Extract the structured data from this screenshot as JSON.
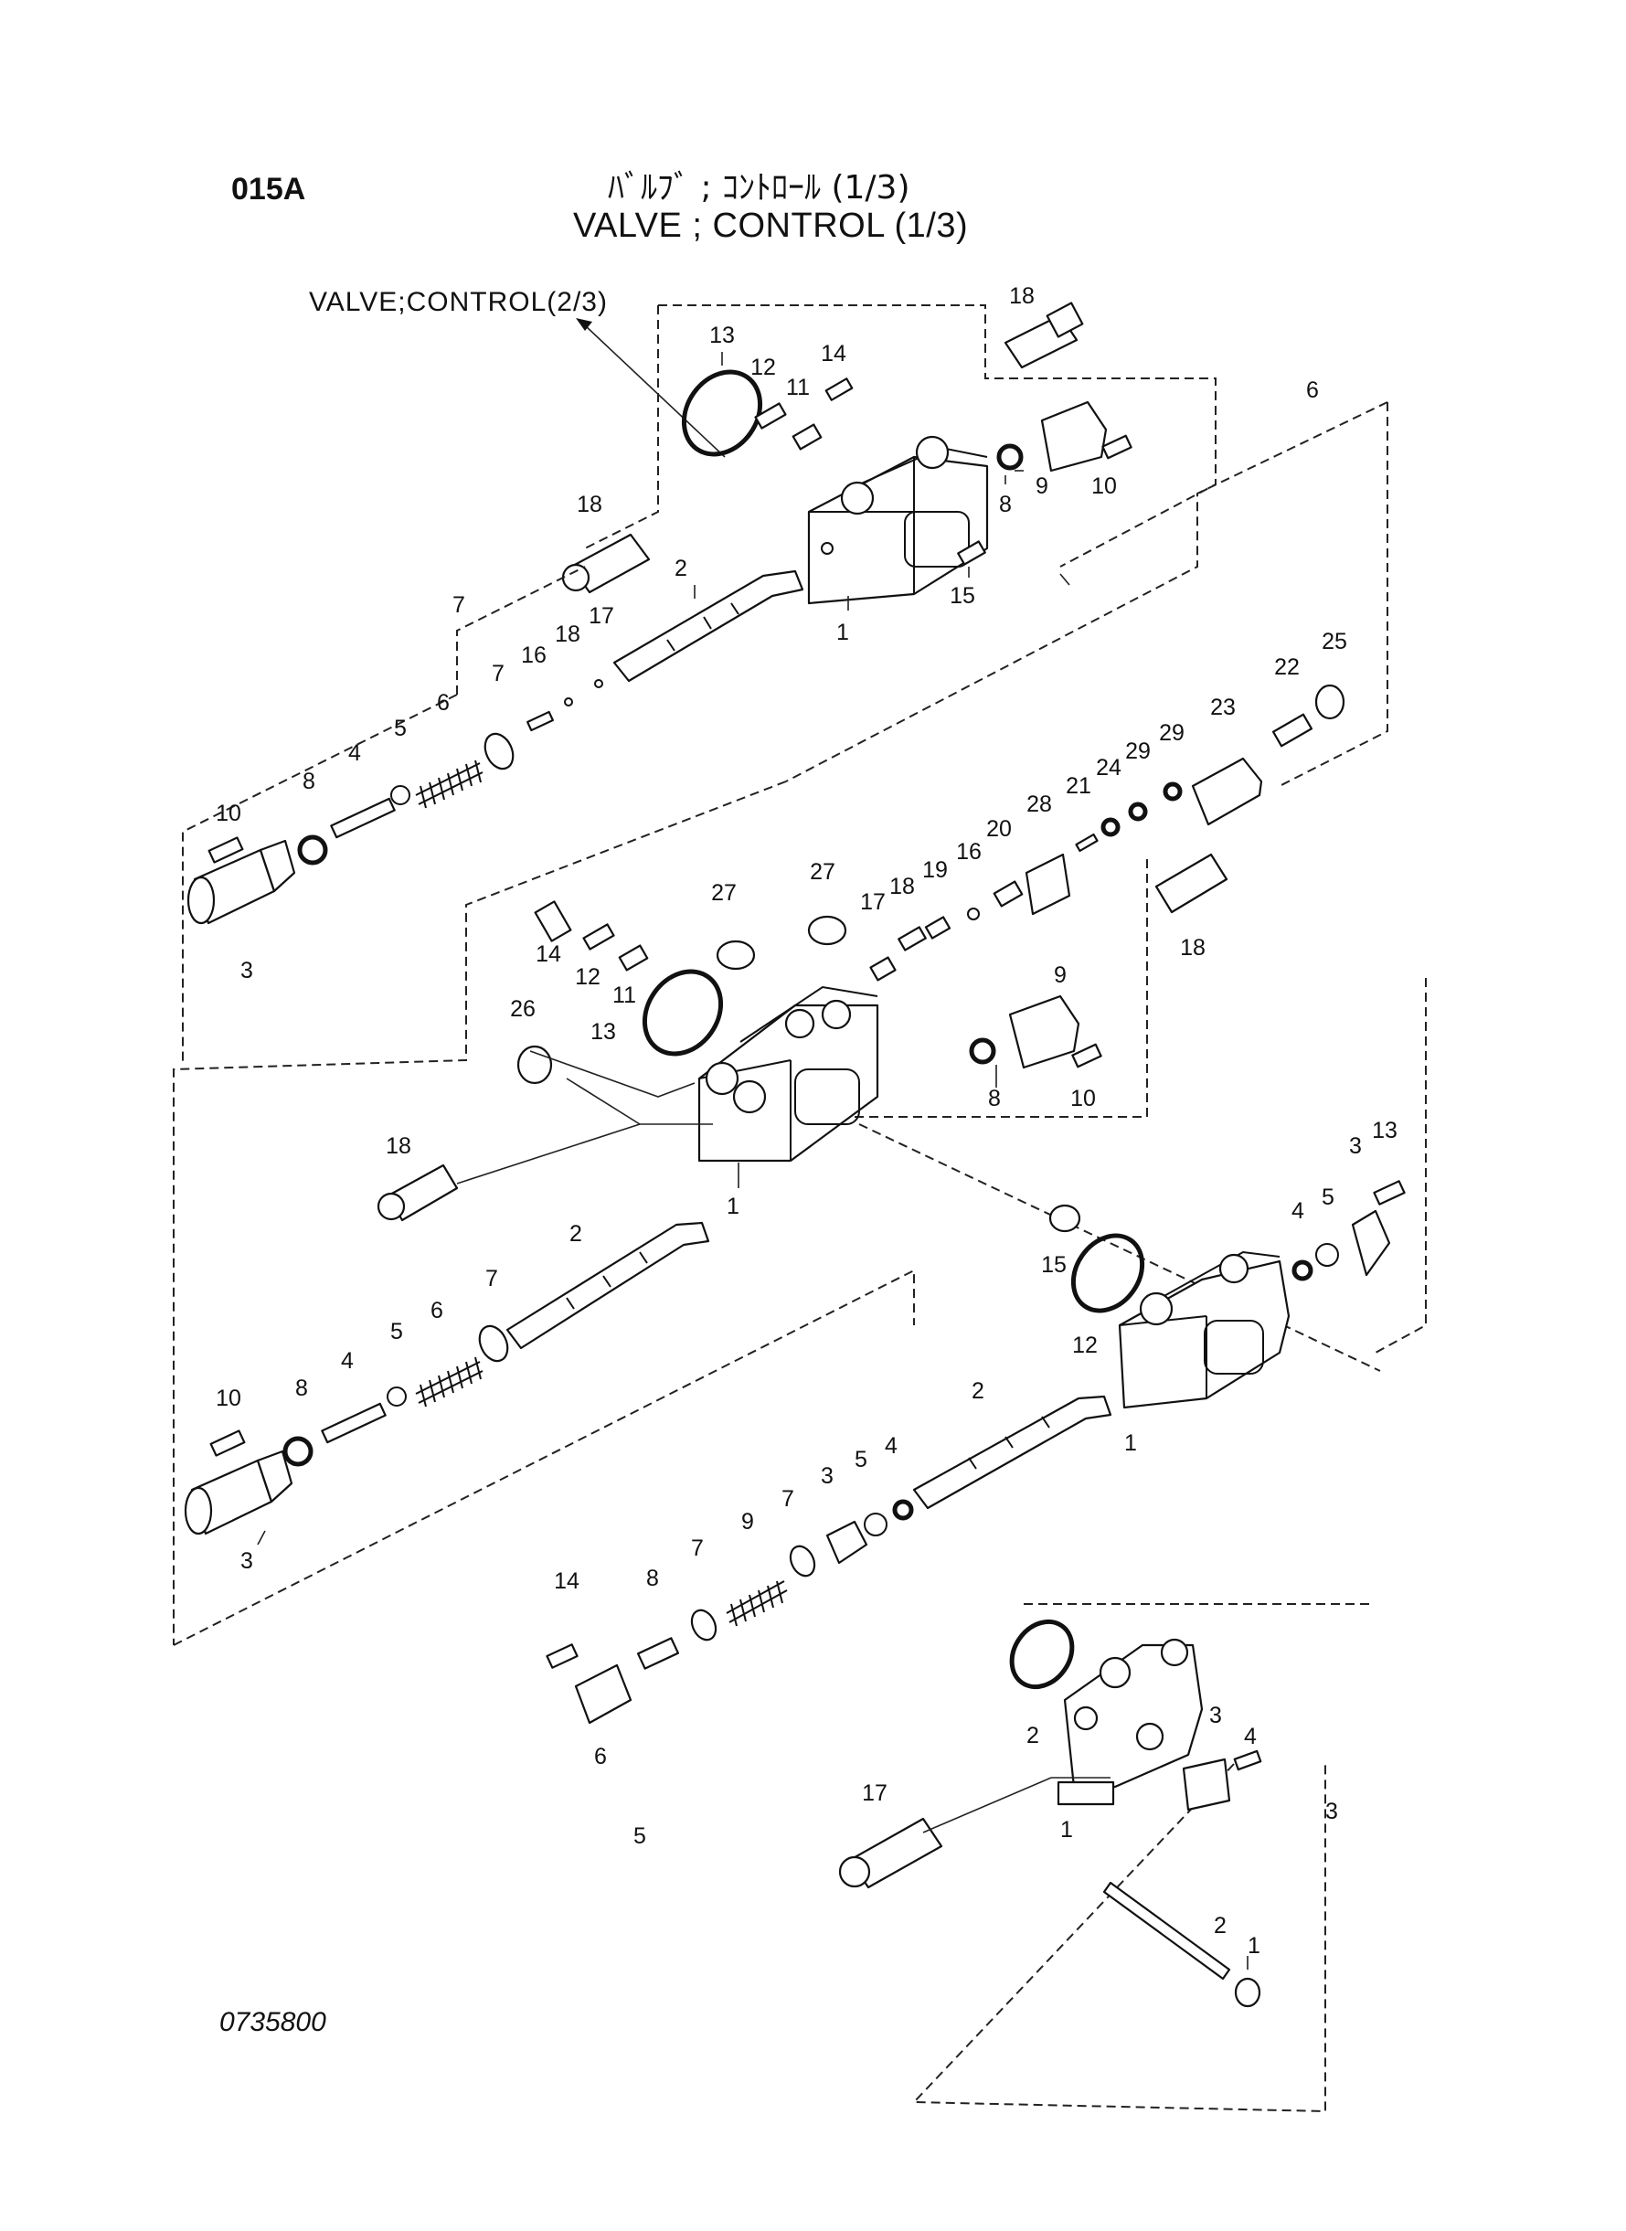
{
  "header": {
    "code": "015A",
    "title_jp": "ﾊﾞﾙﾌﾞ ; ｺﾝﾄﾛｰﾙ (1/3)",
    "title_en": "VALVE ; CONTROL (1/3)",
    "reference": "VALVE;CONTROL(2/3)"
  },
  "footer": {
    "drawing_number": "0735800"
  },
  "callouts": {
    "group1": [
      "13",
      "12",
      "11",
      "14",
      "18",
      "8",
      "9",
      "10",
      "18",
      "2",
      "1",
      "15",
      "6",
      "7"
    ],
    "group2": [
      "16",
      "18",
      "17",
      "7",
      "6",
      "5",
      "4",
      "8",
      "10",
      "3",
      "25",
      "22",
      "23",
      "29",
      "29",
      "24",
      "21",
      "28",
      "20",
      "16",
      "19",
      "18",
      "17",
      "27",
      "27",
      "14",
      "12",
      "11",
      "13",
      "26",
      "18",
      "9",
      "8",
      "10",
      "18",
      "1",
      "2",
      "7",
      "6",
      "5",
      "4",
      "8",
      "10",
      "3"
    ],
    "group3": [
      "13",
      "3",
      "5",
      "4",
      "15",
      "12",
      "1",
      "2",
      "4",
      "5",
      "3",
      "7",
      "9",
      "7",
      "8",
      "14",
      "6",
      "5",
      "2",
      "3",
      "4",
      "1",
      "3",
      "17",
      "2",
      "1"
    ]
  }
}
